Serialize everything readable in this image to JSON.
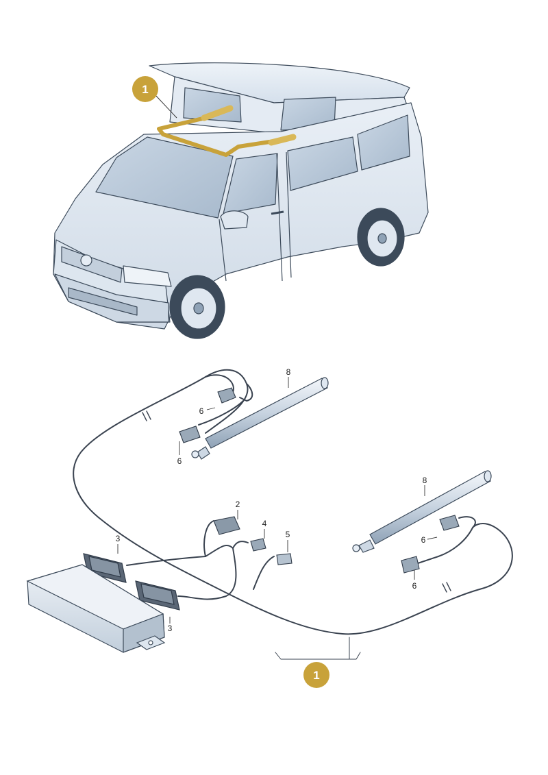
{
  "diagram": {
    "highlight_color": "#c8a23a",
    "callouts": [
      {
        "id": "callout-top",
        "label": "1"
      },
      {
        "id": "callout-bottom",
        "label": "1"
      }
    ],
    "part_labels": {
      "harness_connector_upper": "6",
      "harness_connector_lower": "6",
      "strut_upper": "8",
      "strut_lower": "8",
      "connector_mid": "2",
      "connector_small": "4",
      "connector_tiny": "5",
      "connector_right_upper": "6",
      "connector_right_lower": "6",
      "plug_upper": "3",
      "plug_lower": "3"
    }
  }
}
